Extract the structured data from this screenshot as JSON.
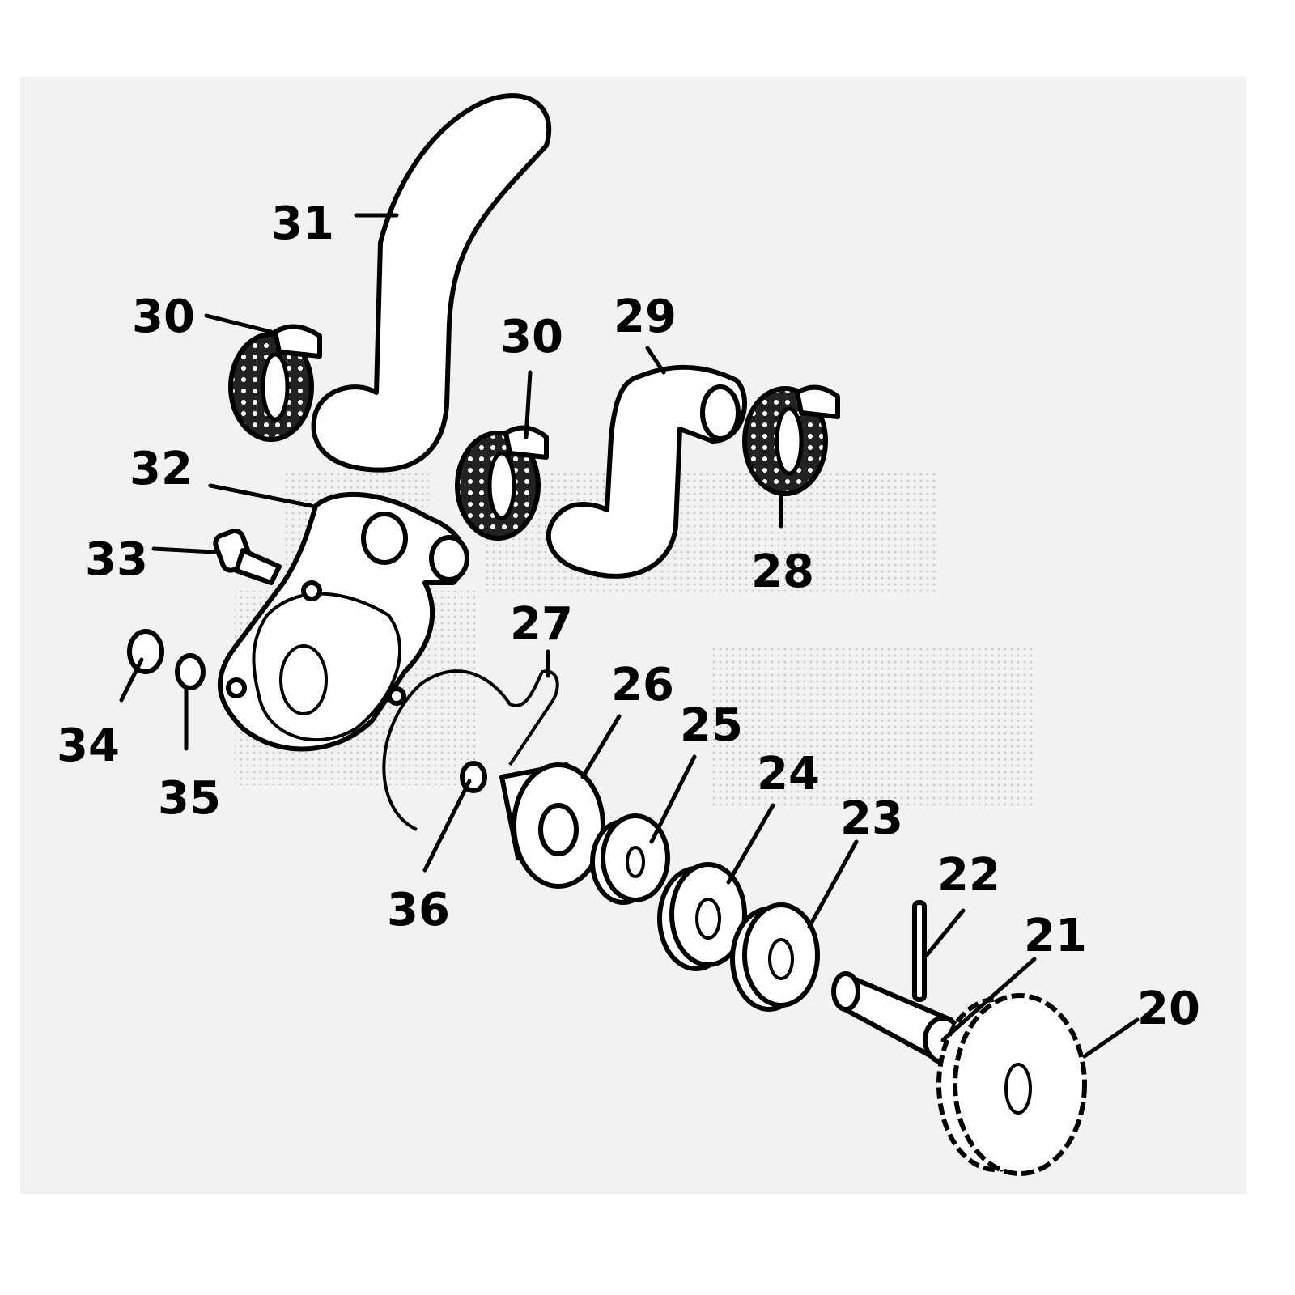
{
  "diagram": {
    "type": "exploded parts diagram",
    "callouts": [
      "20",
      "21",
      "22",
      "23",
      "24",
      "25",
      "26",
      "27",
      "28",
      "29",
      "30",
      "30",
      "31",
      "32",
      "33",
      "34",
      "35",
      "36"
    ],
    "colors": {
      "background": "#f2f2f2",
      "ink": "#000000",
      "watermark": "#bdbdbd"
    }
  }
}
